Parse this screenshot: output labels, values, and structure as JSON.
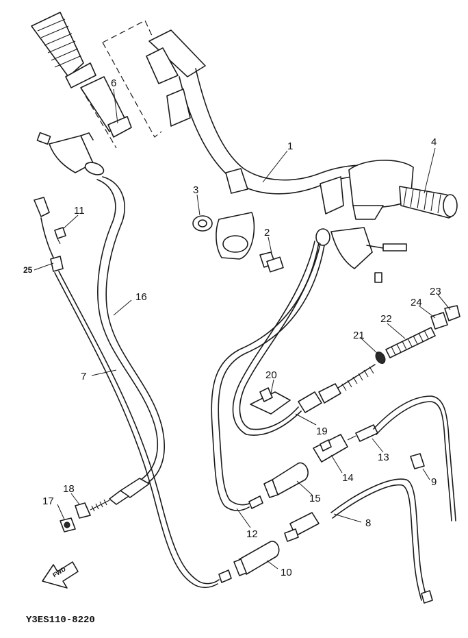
{
  "diagram": {
    "drawing_code": "Y3ES110-8220",
    "direction_arrow_label": "FWD",
    "callouts": [
      "1",
      "2",
      "3",
      "4",
      "6",
      "7",
      "8",
      "9",
      "10",
      "11",
      "12",
      "13",
      "14",
      "15",
      "16",
      "17",
      "18",
      "19",
      "20",
      "21",
      "22",
      "23",
      "24",
      "25"
    ]
  }
}
